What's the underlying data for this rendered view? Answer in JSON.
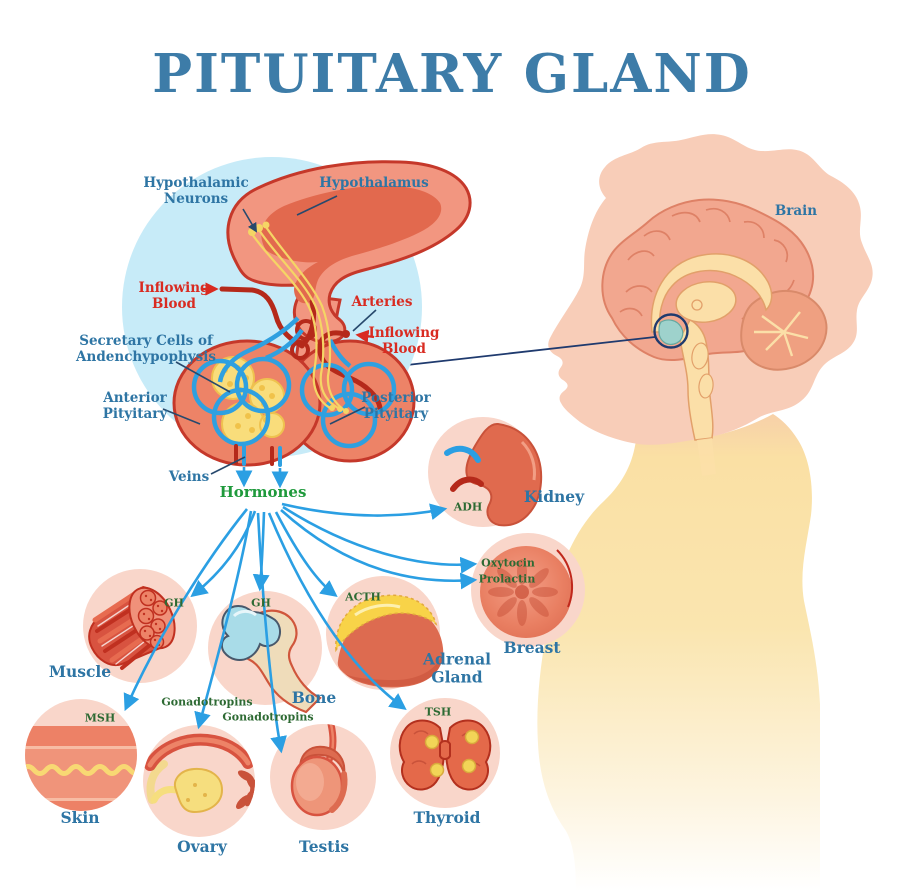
{
  "title": "PITUITARY GLAND",
  "colors": {
    "title_blue": "#3d7ca8",
    "label_blue": "#2e75a4",
    "label_red": "#d92b21",
    "hormones_green": "#1f9a3c",
    "hormone_dark_green": "#2d6a33",
    "arrow_blue": "#2b9fe3",
    "connector_navy": "#27496d",
    "diagram_salmon": "#ed8367",
    "diagram_outline_red": "#c5382a",
    "background_circle_blue": "#c7ebf8",
    "organ_circle_pink": "#f9d6ca",
    "body_yellow": "#fae2a2",
    "head_peach": "#f8cdb8"
  },
  "gland_diagram": {
    "hypothalamic_neurons": "Hypothalamic\nNeurons",
    "hypothalamus": "Hypothalamus",
    "inflowing_blood_left": "Inflowing\nBlood",
    "arteries": "Arteries",
    "inflowing_blood_right": "Inflowing\nBlood",
    "secretory_cells": "Secretary Cells of\nAndenchypophysis",
    "anterior_pituitary": "Anterior\nPityitary",
    "posterior_pituitary": "Posterior\nPityitary",
    "veins": "Veins",
    "hormones": "Hormones"
  },
  "body_figure": {
    "brain": "Brain"
  },
  "organs": [
    {
      "name": "Kidney",
      "hormones": [
        "ADH"
      ]
    },
    {
      "name": "Breast",
      "hormones": [
        "Oxytocin",
        "Prolactin"
      ]
    },
    {
      "name": "Adrenal\nGland",
      "hormones": [
        "ACTH"
      ]
    },
    {
      "name": "Muscle",
      "hormones": [
        "GH"
      ]
    },
    {
      "name": "Bone",
      "hormones": [
        "GH"
      ]
    },
    {
      "name": "Skin",
      "hormones": [
        "MSH"
      ]
    },
    {
      "name": "Ovary",
      "hormones": [
        "Gonadotropins"
      ]
    },
    {
      "name": "Testis",
      "hormones": [
        "Gonadotropins"
      ]
    },
    {
      "name": "Thyroid",
      "hormones": [
        "TSH"
      ]
    }
  ]
}
